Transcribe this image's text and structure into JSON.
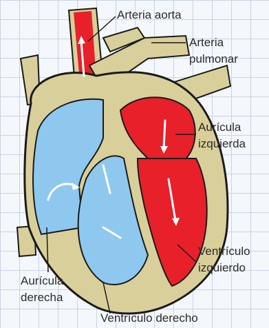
{
  "labels": {
    "aorta": "Arteria aorta",
    "pulmonar_1": "Arteria",
    "pulmonar_2": "pulmonar",
    "auricula_izq_1": "Aurícula",
    "auricula_izq_2": "izquierda",
    "ventriculo_izq_1": "Ventrículo",
    "ventriculo_izq_2": "izquierdo",
    "auricula_der_1": "Aurícula",
    "auricula_der_2": "derecha",
    "ventriculo_der": "Ventrículo derecho"
  },
  "colors": {
    "oxygenated_blood": "#e8202a",
    "deoxygenated_blood": "#8ec8ee",
    "tissue": "#d9cf9a",
    "outline": "#1a1a1a",
    "grid": "#c9d3e6"
  }
}
